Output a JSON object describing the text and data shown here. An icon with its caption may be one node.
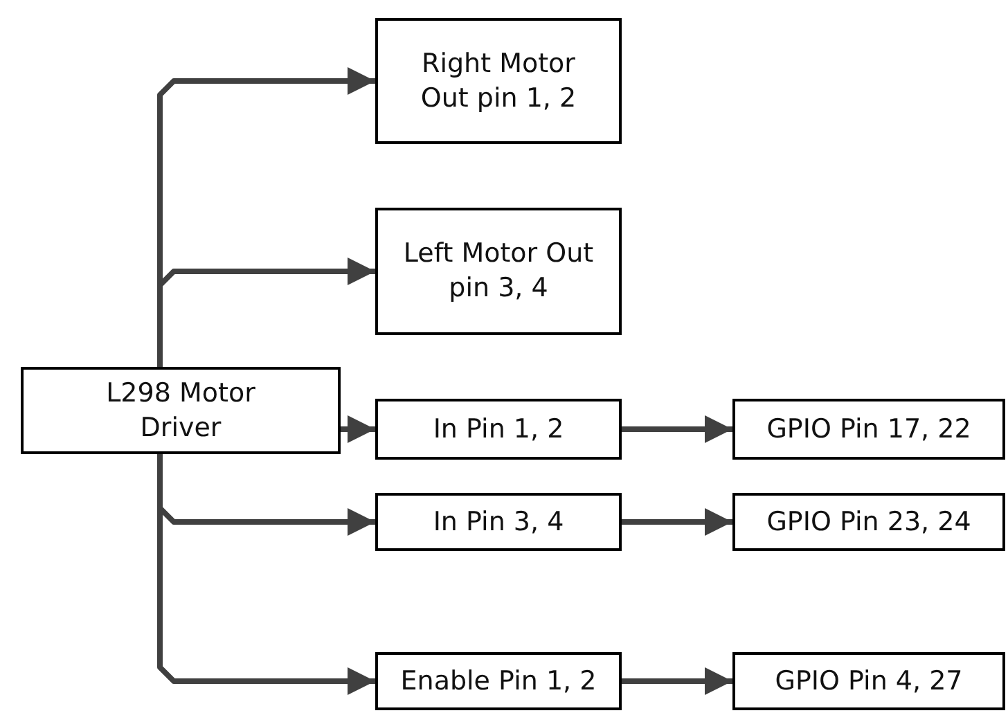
{
  "diagram": {
    "nodes": [
      {
        "text": [
          "L298 Motor Driver"
        ]
      },
      {
        "text": [
          "Right Motor Out pin 1, 2"
        ]
      },
      {
        "text": [
          "Left Motor Out pin 3, 4"
        ]
      },
      {
        "text": [
          "In Pin 1, 2"
        ]
      },
      {
        "text": [
          "In Pin 3, 4"
        ]
      },
      {
        "text": [
          "Enable Pin 1, 2"
        ]
      },
      {
        "text": [
          "GPIO Pin 17, 22"
        ]
      },
      {
        "text": [
          "GPIO Pin 23, 24"
        ]
      },
      {
        "text": [
          "GPIO Pin 4, 27"
        ]
      }
    ],
    "edges": [
      {
        "from": 0,
        "to": 1,
        "arrow": "to"
      },
      {
        "from": 0,
        "to": 2,
        "arrow": "to"
      },
      {
        "from": 0,
        "to": 3,
        "arrow": "to"
      },
      {
        "from": 0,
        "to": 4,
        "arrow": "to"
      },
      {
        "from": 0,
        "to": 5,
        "arrow": "to"
      },
      {
        "from": 3,
        "to": 6,
        "arrow": "to"
      },
      {
        "from": 4,
        "to": 7,
        "arrow": "to"
      },
      {
        "from": 5,
        "to": 8,
        "arrow": "to"
      }
    ]
  }
}
